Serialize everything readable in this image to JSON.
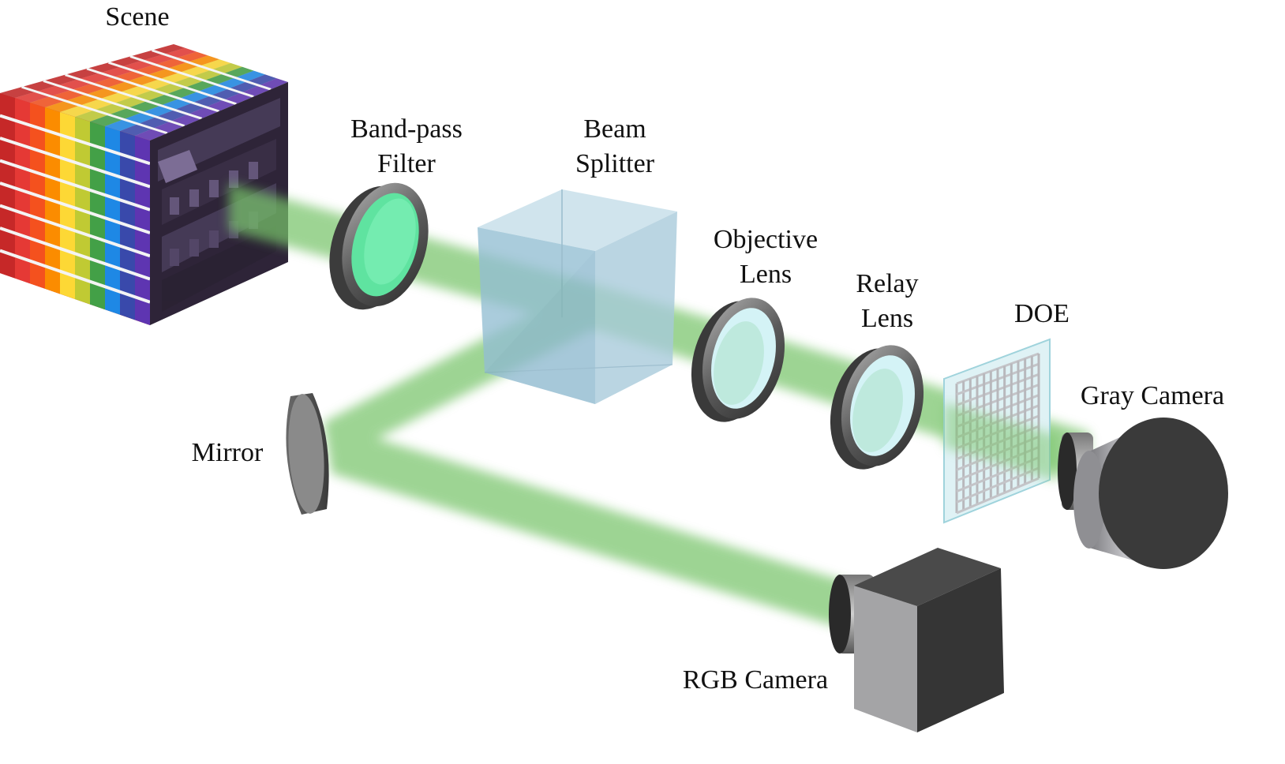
{
  "labels": {
    "scene": "Scene",
    "bandpass_filter": [
      "Band-pass",
      "Filter"
    ],
    "beam_splitter": [
      "Beam",
      "Splitter"
    ],
    "objective_lens": [
      "Objective",
      "Lens"
    ],
    "relay_lens": [
      "Relay",
      "Lens"
    ],
    "doe": "DOE",
    "gray_camera": "Gray Camera",
    "mirror": "Mirror",
    "rgb_camera": "RGB Camera"
  },
  "colors": {
    "beam": "#78c46a",
    "filter_glass": "#5fe3a0",
    "lens_glass": "#d4f3f6",
    "cube": "#9cc6d8",
    "metal": "#6e6e6e",
    "camera_dark": "#3a3a3a",
    "camera_light": "#a8a8aa",
    "spectrum": [
      "#c62828",
      "#e53935",
      "#f4511e",
      "#fb8c00",
      "#fdd835",
      "#c0ca33",
      "#43a047",
      "#1e88e5",
      "#3949ab",
      "#5e35b1"
    ]
  }
}
